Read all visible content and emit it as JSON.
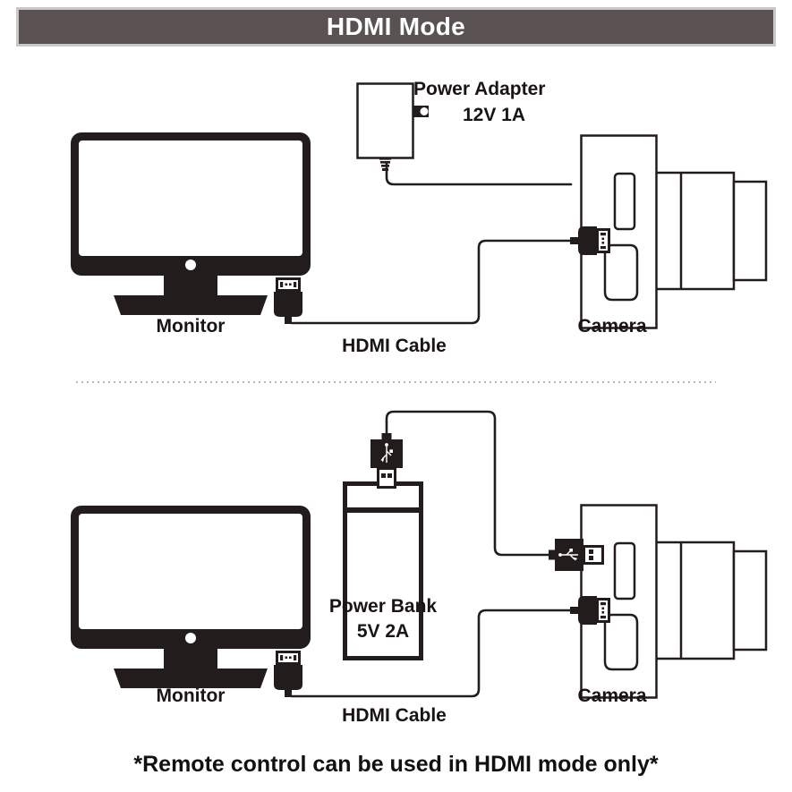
{
  "header": {
    "title": "HDMI Mode",
    "bg_color": "#5a5252",
    "border_color": "#c9c7c7",
    "text_color": "#ffffff"
  },
  "colors": {
    "ink": "#1a1414",
    "line": "#231c1c",
    "page_bg": "#ffffff",
    "divider": "#b9b9b9"
  },
  "sections": [
    {
      "id": "hdmi-with-power-adapter",
      "devices": {
        "monitor": {
          "label": "Monitor"
        },
        "power_source": {
          "label_line1": "Power Adapter",
          "label_line2": "12V 1A"
        },
        "camera": {
          "label": "Camera"
        }
      },
      "cables": [
        {
          "name": "power-cable",
          "label": ""
        },
        {
          "name": "hdmi-cable",
          "label": "HDMI Cable"
        }
      ]
    },
    {
      "id": "hdmi-with-power-bank",
      "devices": {
        "monitor": {
          "label": "Monitor"
        },
        "power_source": {
          "label_line1": "Power Bank",
          "label_line2": "5V 2A"
        },
        "camera": {
          "label": "Camera"
        }
      },
      "cables": [
        {
          "name": "usb-cable",
          "label": ""
        },
        {
          "name": "hdmi-cable",
          "label": "HDMI Cable"
        }
      ]
    }
  ],
  "labels": {
    "monitor_top": "Monitor",
    "monitor_bottom": "Monitor",
    "camera_top": "Camera",
    "camera_bottom": "Camera",
    "hdmi_cable_top": "HDMI Cable",
    "hdmi_cable_bottom": "HDMI Cable",
    "power_adapter_line1": "Power Adapter",
    "power_adapter_line2": "12V 1A",
    "power_bank_line1": "Power Bank",
    "power_bank_line2": "5V 2A"
  },
  "footnote": "*Remote control can be used in HDMI mode only*"
}
